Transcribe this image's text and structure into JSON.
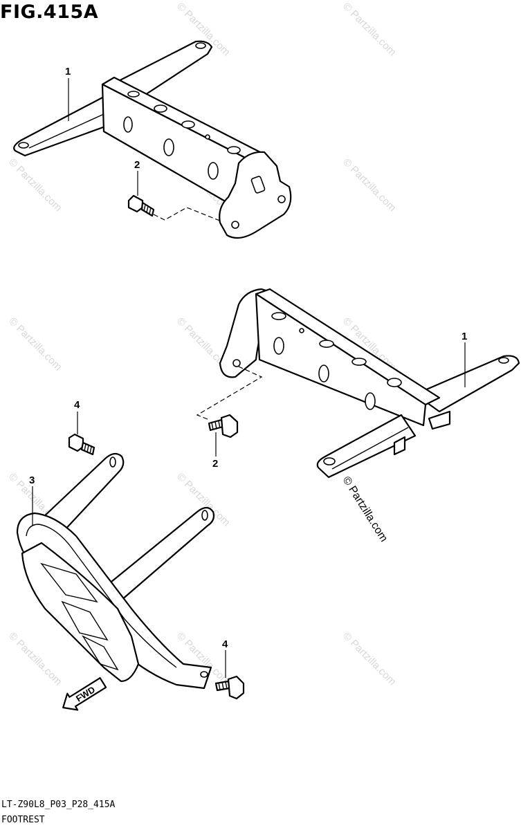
{
  "figure": {
    "title": "FIG.415A",
    "code": "LT-Z90L8_P03_P28_415A",
    "name": "FOOTREST"
  },
  "watermark": {
    "text": "© Partzilla.com",
    "color": "#d8d8d8"
  },
  "callouts": {
    "top_footrest": "1",
    "top_bolt": "2",
    "right_footrest": "1",
    "right_bolt": "2",
    "guard_bolt_upper": "4",
    "guard": "3",
    "guard_bolt_lower": "4"
  },
  "copyright_mark": "© Partzilla.com",
  "fwd_arrow_label": "FWD"
}
